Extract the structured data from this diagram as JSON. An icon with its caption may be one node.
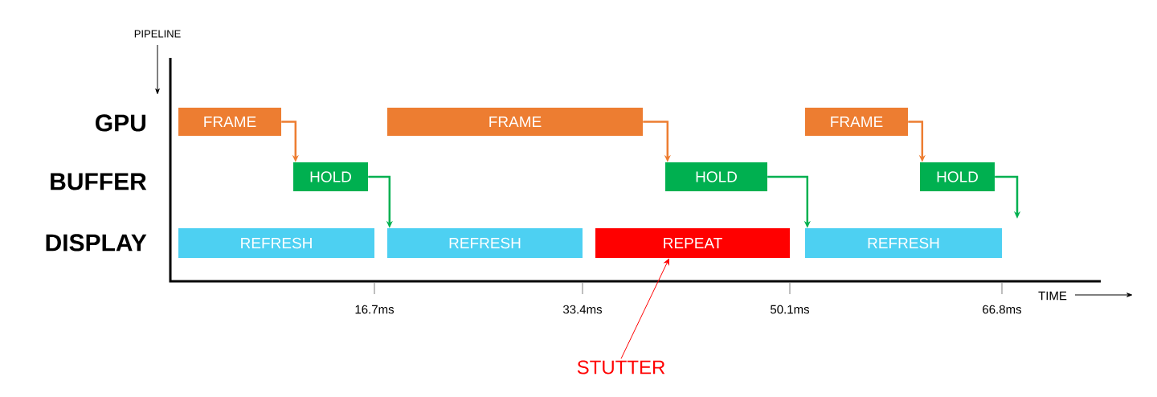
{
  "diagram": {
    "nodes": [
      {
        "text": [
          "FRAME"
        ]
      },
      {
        "text": [
          "HOLD"
        ]
      },
      {
        "text": [
          "REFRESH"
        ]
      },
      {
        "text": [
          "FRAME"
        ]
      },
      {
        "text": [
          "HOLD"
        ]
      },
      {
        "text": [
          "REFRESH"
        ]
      },
      {
        "text": [
          "REPEAT"
        ]
      },
      {
        "text": [
          "FRAME"
        ]
      },
      {
        "text": [
          "HOLD"
        ]
      },
      {
        "text": [
          "REFRESH"
        ]
      },
      {
        "text": [
          "STUTTER"
        ]
      }
    ],
    "edges": [
      {
        "from": 0,
        "to": 1,
        "arrow": "to",
        "color": "#ed7d31"
      },
      {
        "from": 1,
        "to": 5,
        "arrow": "to",
        "color": "#00b050"
      },
      {
        "from": 3,
        "to": 4,
        "arrow": "to",
        "color": "#ed7d31"
      },
      {
        "from": 4,
        "to": 9,
        "arrow": "to",
        "color": "#00b050"
      },
      {
        "from": 7,
        "to": 8,
        "arrow": "to",
        "color": "#ed7d31"
      },
      {
        "from": 8,
        "to": null,
        "arrow": "to",
        "color": "#00b050"
      },
      {
        "from": 10,
        "to": 6,
        "arrow": "to",
        "color": "#ff0000"
      }
    ],
    "labels": [
      "PIPELINE",
      "GPU",
      "BUFFER",
      "DISPLAY",
      "TIME",
      "16.7ms",
      "33.4ms",
      "50.1ms",
      "66.8ms"
    ]
  }
}
